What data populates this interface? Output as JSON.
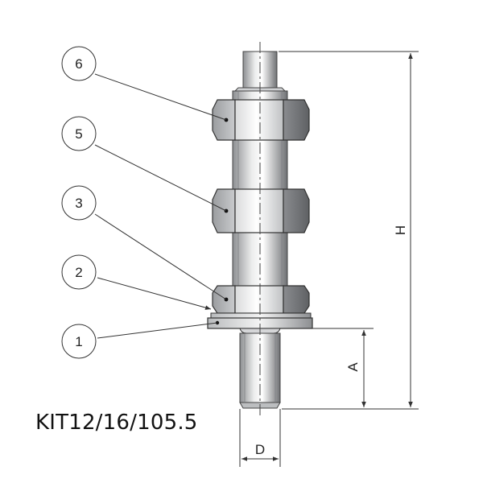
{
  "kit_code": "KIT12/16/105.5",
  "callouts": [
    "6",
    "5",
    "3",
    "2",
    "1"
  ],
  "dimensions": {
    "height": "H",
    "thread_length": "A",
    "thread_diameter": "D"
  }
}
